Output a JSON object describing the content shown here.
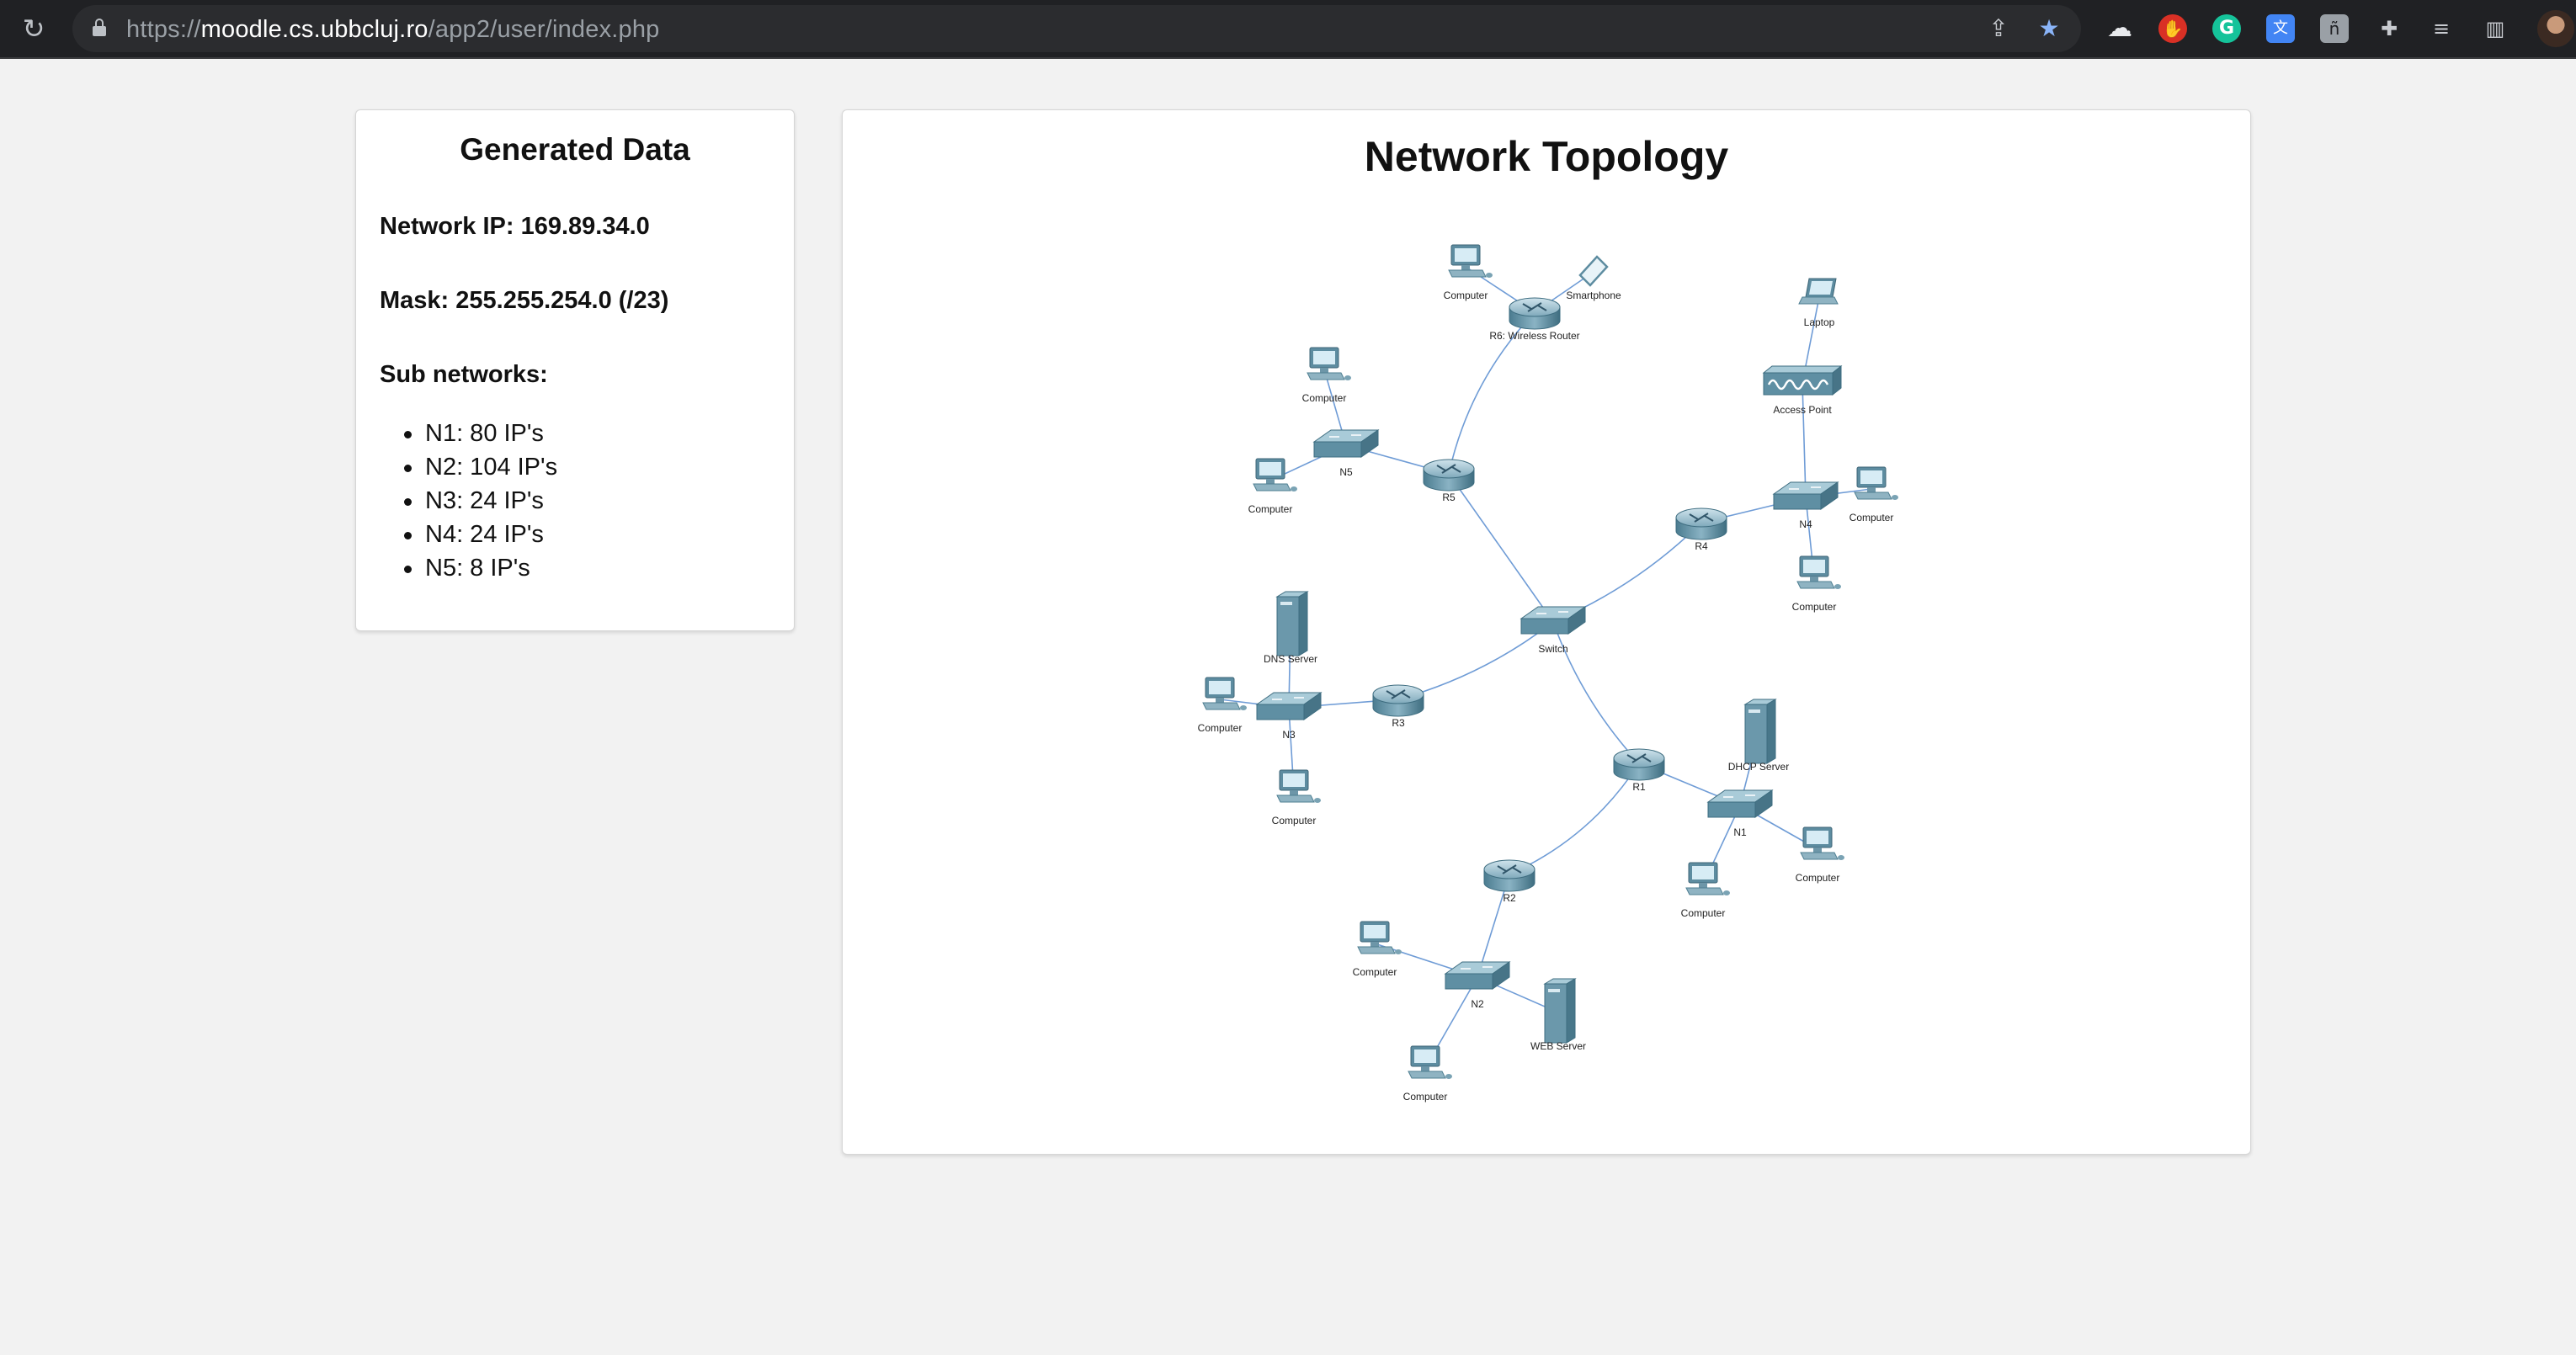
{
  "browser": {
    "url_scheme": "https://",
    "url_host": "moodle.cs.ubbcluj.ro",
    "url_path": "/app2/user/index.php",
    "icons": [
      "reload-icon",
      "lock-icon",
      "share-icon",
      "bookmark-star-icon",
      "cloud-extension-icon",
      "adblock-extension-icon",
      "grammarly-extension-icon",
      "google-translate-extension-icon",
      "extension-icon",
      "puzzle-icon",
      "reading-list-icon",
      "side-panel-icon",
      "profile-avatar"
    ]
  },
  "generated": {
    "title": "Generated Data",
    "network_ip": "Network IP: 169.89.34.0",
    "mask": "Mask: 255.255.254.0 (/23)",
    "subnets_heading": "Sub networks:",
    "subnets": [
      "N1: 80 IP's",
      "N2: 104 IP's",
      "N3: 24 IP's",
      "N4: 24 IP's",
      "N5: 8 IP's"
    ]
  },
  "topology": {
    "title": "Network Topology",
    "nodes": [
      {
        "id": "c_r6",
        "type": "computer",
        "label": "Computer"
      },
      {
        "id": "phone",
        "type": "smartphone",
        "label": "Smartphone"
      },
      {
        "id": "r6",
        "type": "router",
        "label": "R6: Wireless Router"
      },
      {
        "id": "laptop",
        "type": "laptop",
        "label": "Laptop"
      },
      {
        "id": "ap",
        "type": "accesspoint",
        "label": "Access Point"
      },
      {
        "id": "c_n5a",
        "type": "computer",
        "label": "Computer"
      },
      {
        "id": "n5",
        "type": "switch",
        "label": "N5"
      },
      {
        "id": "c_n5b",
        "type": "computer",
        "label": "Computer"
      },
      {
        "id": "r5",
        "type": "router",
        "label": "R5"
      },
      {
        "id": "n4",
        "type": "switch",
        "label": "N4"
      },
      {
        "id": "c_n4a",
        "type": "computer",
        "label": "Computer"
      },
      {
        "id": "r4",
        "type": "router",
        "label": "R4"
      },
      {
        "id": "c_n4b",
        "type": "computer",
        "label": "Computer"
      },
      {
        "id": "dns",
        "type": "server",
        "label": "DNS Server"
      },
      {
        "id": "sw",
        "type": "switch",
        "label": "Switch"
      },
      {
        "id": "c_n3a",
        "type": "computer",
        "label": "Computer"
      },
      {
        "id": "n3",
        "type": "switch",
        "label": "N3"
      },
      {
        "id": "r3",
        "type": "router",
        "label": "R3"
      },
      {
        "id": "dhcp",
        "type": "server",
        "label": "DHCP Server"
      },
      {
        "id": "r1",
        "type": "router",
        "label": "R1"
      },
      {
        "id": "c_n3b",
        "type": "computer",
        "label": "Computer"
      },
      {
        "id": "n1",
        "type": "switch",
        "label": "N1"
      },
      {
        "id": "c_n1a",
        "type": "computer",
        "label": "Computer"
      },
      {
        "id": "r2",
        "type": "router",
        "label": "R2"
      },
      {
        "id": "c_n1b",
        "type": "computer",
        "label": "Computer"
      },
      {
        "id": "c_n2a",
        "type": "computer",
        "label": "Computer"
      },
      {
        "id": "n2",
        "type": "switch",
        "label": "N2"
      },
      {
        "id": "web",
        "type": "server",
        "label": "WEB Server"
      },
      {
        "id": "c_n2b",
        "type": "computer",
        "label": "Computer"
      }
    ],
    "links": [
      [
        "c_r6",
        "r6"
      ],
      [
        "phone",
        "r6"
      ],
      [
        "r6",
        "r5"
      ],
      [
        "laptop",
        "ap"
      ],
      [
        "ap",
        "n4"
      ],
      [
        "c_n5a",
        "n5"
      ],
      [
        "c_n5b",
        "n5"
      ],
      [
        "n5",
        "r5"
      ],
      [
        "r5",
        "sw"
      ],
      [
        "n4",
        "r4"
      ],
      [
        "n4",
        "c_n4a"
      ],
      [
        "n4",
        "c_n4b"
      ],
      [
        "r4",
        "sw"
      ],
      [
        "sw",
        "r3"
      ],
      [
        "sw",
        "r1"
      ],
      [
        "r3",
        "n3"
      ],
      [
        "dns",
        "n3"
      ],
      [
        "c_n3a",
        "n3"
      ],
      [
        "c_n3b",
        "n3"
      ],
      [
        "r1",
        "n1"
      ],
      [
        "dhcp",
        "n1"
      ],
      [
        "n1",
        "c_n1a"
      ],
      [
        "n1",
        "c_n1b"
      ],
      [
        "r1",
        "r2"
      ],
      [
        "r2",
        "n2"
      ],
      [
        "c_n2a",
        "n2"
      ],
      [
        "web",
        "n2"
      ],
      [
        "c_n2b",
        "n2"
      ]
    ]
  }
}
